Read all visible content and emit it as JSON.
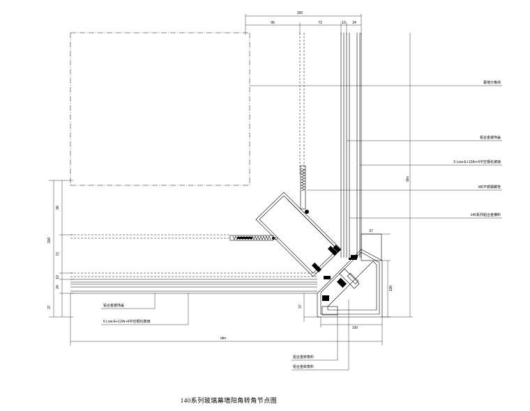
{
  "title": "140系列玻璃幕墙阳角转角节点图",
  "dimensions": {
    "top_total": "300",
    "top_seg1": "96",
    "top_seg2": "72",
    "top_seg3": "10",
    "top_seg4": "24",
    "left_total": "300",
    "left_seg1": "96",
    "left_seg2": "72",
    "left_seg3": "10",
    "left_seg4": "24",
    "left_seg5": "37",
    "right_37": "37",
    "right_100": "100",
    "bottom_100": "100",
    "bottom_37": "37",
    "dim_right": "dim",
    "dim_bottom": "dim"
  },
  "labels": {
    "r1": "幕墙分格线",
    "r2": "铝合金装饰盖",
    "r3": "6 Low-E+12Ar+6中空钢化玻璃",
    "r4": "M6不锈钢螺栓",
    "r5": "140系列铝合金横料",
    "l1": "铝合金装饰盖",
    "l2": "6 Low-E+12Ar+6中空钢化玻璃",
    "b1": "铝合金转角料",
    "b2": "铝合金转角料"
  }
}
